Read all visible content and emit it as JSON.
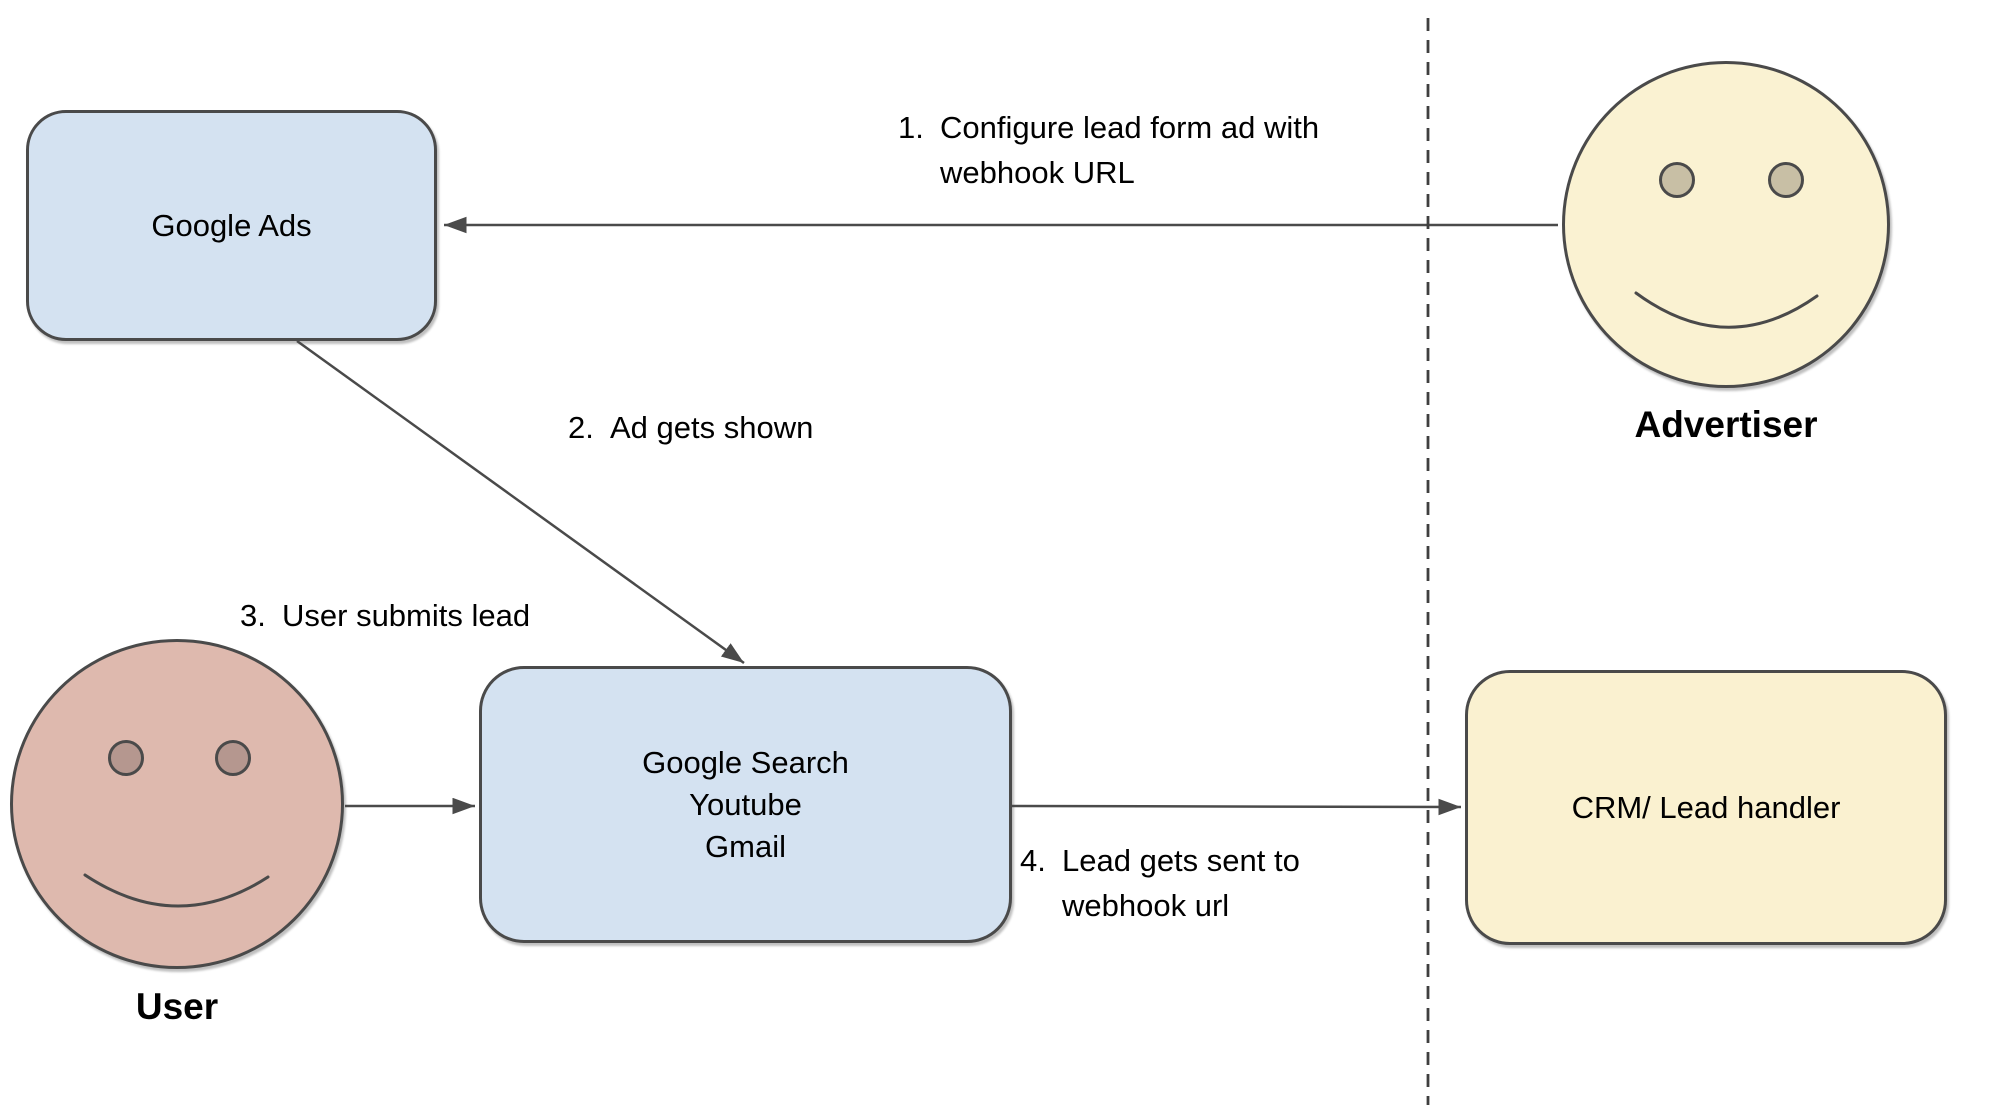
{
  "nodes": {
    "google_ads": {
      "label": "Google Ads"
    },
    "google_surfaces": {
      "line1": "Google Search",
      "line2": "Youtube",
      "line3": "Gmail"
    },
    "crm": {
      "label": "CRM/ Lead handler"
    }
  },
  "actors": {
    "advertiser": {
      "label": "Advertiser"
    },
    "user": {
      "label": "User"
    }
  },
  "steps": {
    "s1": {
      "num": "1.",
      "text": "Configure lead form ad with webhook URL"
    },
    "s2": {
      "num": "2.",
      "text": "Ad gets shown"
    },
    "s3": {
      "num": "3.",
      "text": "User submits lead"
    },
    "s4": {
      "num": "4.",
      "text": "Lead gets sent to webhook url"
    }
  },
  "colors": {
    "node_blue": "#d4e2f1",
    "node_yellow": "#faf1d0",
    "user_face": "#deb9ae",
    "user_eye": "#b5978f",
    "advertiser_face": "#faf2d2",
    "advertiser_eye": "#c8bfa5",
    "stroke": "#4a4a4a"
  }
}
